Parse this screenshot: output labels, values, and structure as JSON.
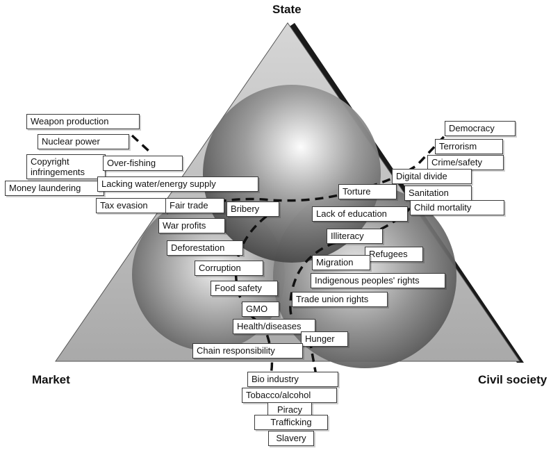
{
  "corners": {
    "top": "State",
    "left": "Market",
    "right": "Civil society"
  },
  "issues": {
    "weapon_production": "Weapon production",
    "nuclear_power": "Nuclear power",
    "copyright": "Copyright infringements",
    "over_fishing": "Over-fishing",
    "money_laundering": "Money laundering",
    "lacking_water": "Lacking water/energy supply",
    "tax_evasion": "Tax evasion",
    "fair_trade": "Fair trade",
    "bribery": "Bribery",
    "war_profits": "War profits",
    "deforestation": "Deforestation",
    "corruption": "Corruption",
    "food_safety": "Food safety",
    "gmo": "GMO",
    "health_diseases": "Health/diseases",
    "hunger": "Hunger",
    "chain_responsibility": "Chain responsibility",
    "bio_industry": "Bio industry",
    "tobacco_alcohol": "Tobacco/alcohol",
    "piracy": "Piracy",
    "trafficking": "Trafficking",
    "slavery": "Slavery",
    "democracy": "Democracy",
    "terrorism": "Terrorism",
    "crime_safety": "Crime/safety",
    "digital_divide": "Digital divide",
    "sanitation": "Sanitation",
    "child_mortality": "Child mortality",
    "torture": "Torture",
    "lack_of_education": "Lack of education",
    "illiteracy": "Illiteracy",
    "refugees": "Refugees",
    "migration": "Migration",
    "indigenous_rights": "Indigenous peoples' rights",
    "trade_union_rights": "Trade union rights"
  }
}
